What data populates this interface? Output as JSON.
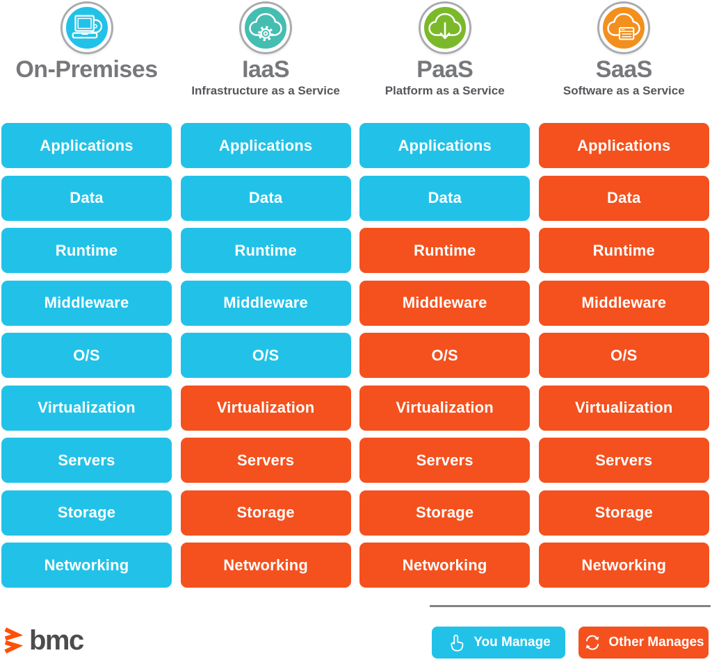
{
  "colors": {
    "you_manage": "#22C2E8",
    "other_manages": "#F4511E",
    "on_premises_circle": "#22C2E8",
    "iaas_circle": "#45BEB2",
    "paas_circle": "#7BB92A",
    "saas_circle": "#F3901D",
    "title_gray": "#77787B",
    "subtitle_gray": "#55565A",
    "divider_gray": "#808285",
    "brand_orange": "#FE5000",
    "brand_text_gray": "#4C4C4E"
  },
  "rows": [
    "Applications",
    "Data",
    "Runtime",
    "Middleware",
    "O/S",
    "Virtualization",
    "Servers",
    "Storage",
    "Networking"
  ],
  "columns": [
    {
      "title": "On-Premises",
      "subtitle": "",
      "icon": "laptop-disc-icon",
      "circle_color": "#22C2E8",
      "cells": [
        "you",
        "you",
        "you",
        "you",
        "you",
        "you",
        "you",
        "you",
        "you"
      ]
    },
    {
      "title": "IaaS",
      "subtitle": "Infrastructure as a Service",
      "icon": "cloud-gear-icon",
      "circle_color": "#45BEB2",
      "cells": [
        "you",
        "you",
        "you",
        "you",
        "you",
        "other",
        "other",
        "other",
        "other"
      ]
    },
    {
      "title": "PaaS",
      "subtitle": "Platform as a Service",
      "icon": "cloud-download-icon",
      "circle_color": "#7BB92A",
      "cells": [
        "you",
        "you",
        "other",
        "other",
        "other",
        "other",
        "other",
        "other",
        "other"
      ]
    },
    {
      "title": "SaaS",
      "subtitle": "Software as a Service",
      "icon": "cloud-window-icon",
      "circle_color": "#F3901D",
      "cells": [
        "other",
        "other",
        "other",
        "other",
        "other",
        "other",
        "other",
        "other",
        "other"
      ]
    }
  ],
  "legend": {
    "you_label": "You Manage",
    "other_label": "Other Manages"
  },
  "footer": {
    "brand": "bmc"
  }
}
